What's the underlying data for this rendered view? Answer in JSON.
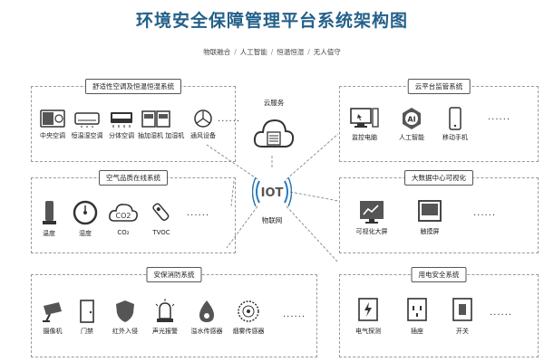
{
  "header": {
    "title": "环境安全保障管理平台系统架构图",
    "subtitle_parts": [
      "物联融合",
      "人工智能",
      "恒温恒湿",
      "无人值守"
    ],
    "separator": "/"
  },
  "center": {
    "cloud_label": "云服务",
    "iot_text": "IOT",
    "iot_label": "物联网"
  },
  "left_boxes": [
    {
      "title": "舒适性空调及恒温恒湿系统",
      "items": [
        {
          "label": "中央空调",
          "icon": "central-ac-icon"
        },
        {
          "label": "恒温湿空调",
          "icon": "split-ac-icon"
        },
        {
          "label": "分体空调",
          "icon": "window-ac-icon"
        },
        {
          "label": "抽加湿机 加湿机",
          "icon": "humidifier-icon"
        },
        {
          "label": "通风设备",
          "icon": "fan-icon"
        }
      ],
      "more": "......"
    },
    {
      "title": "空气品质在线系统",
      "items": [
        {
          "label": "温度",
          "icon": "thermometer-icon"
        },
        {
          "label": "湿度",
          "icon": "hygrometer-icon"
        },
        {
          "label": "CO₂",
          "icon": "co2-cloud-icon"
        },
        {
          "label": "TVOC",
          "icon": "tvoc-sensor-icon"
        }
      ],
      "more": "......"
    },
    {
      "title": "安保消防系统",
      "items": [
        {
          "label": "摄像机",
          "icon": "camera-icon"
        },
        {
          "label": "门禁",
          "icon": "door-icon"
        },
        {
          "label": "红外入侵",
          "icon": "shield-icon"
        },
        {
          "label": "声光报警",
          "icon": "alarm-light-icon"
        },
        {
          "label": "溢水传感器",
          "icon": "water-sensor-icon"
        },
        {
          "label": "烟雾传感器",
          "icon": "smoke-sensor-icon"
        }
      ],
      "more": "......"
    }
  ],
  "right_boxes": [
    {
      "title": "云平台监管系统",
      "items": [
        {
          "label": "监控电脑",
          "icon": "computer-icon"
        },
        {
          "label": "人工智能",
          "icon": "ai-icon"
        },
        {
          "label": "移动手机",
          "icon": "phone-icon"
        }
      ],
      "more": "......"
    },
    {
      "title": "大数据中心可视化",
      "items": [
        {
          "label": "可视化大屏",
          "icon": "dashboard-screen-icon"
        },
        {
          "label": "触摸屏",
          "icon": "touch-screen-icon"
        }
      ],
      "more": "......"
    },
    {
      "title": "用电安全系统",
      "items": [
        {
          "label": "电气探测",
          "icon": "electric-detector-icon"
        },
        {
          "label": "插座",
          "icon": "socket-icon"
        },
        {
          "label": "开关",
          "icon": "switch-icon"
        }
      ],
      "more": "......"
    }
  ],
  "colors": {
    "title": "#24608a",
    "icon_dark": "#3a3a3a",
    "icon_accent": "#2b79b8"
  }
}
